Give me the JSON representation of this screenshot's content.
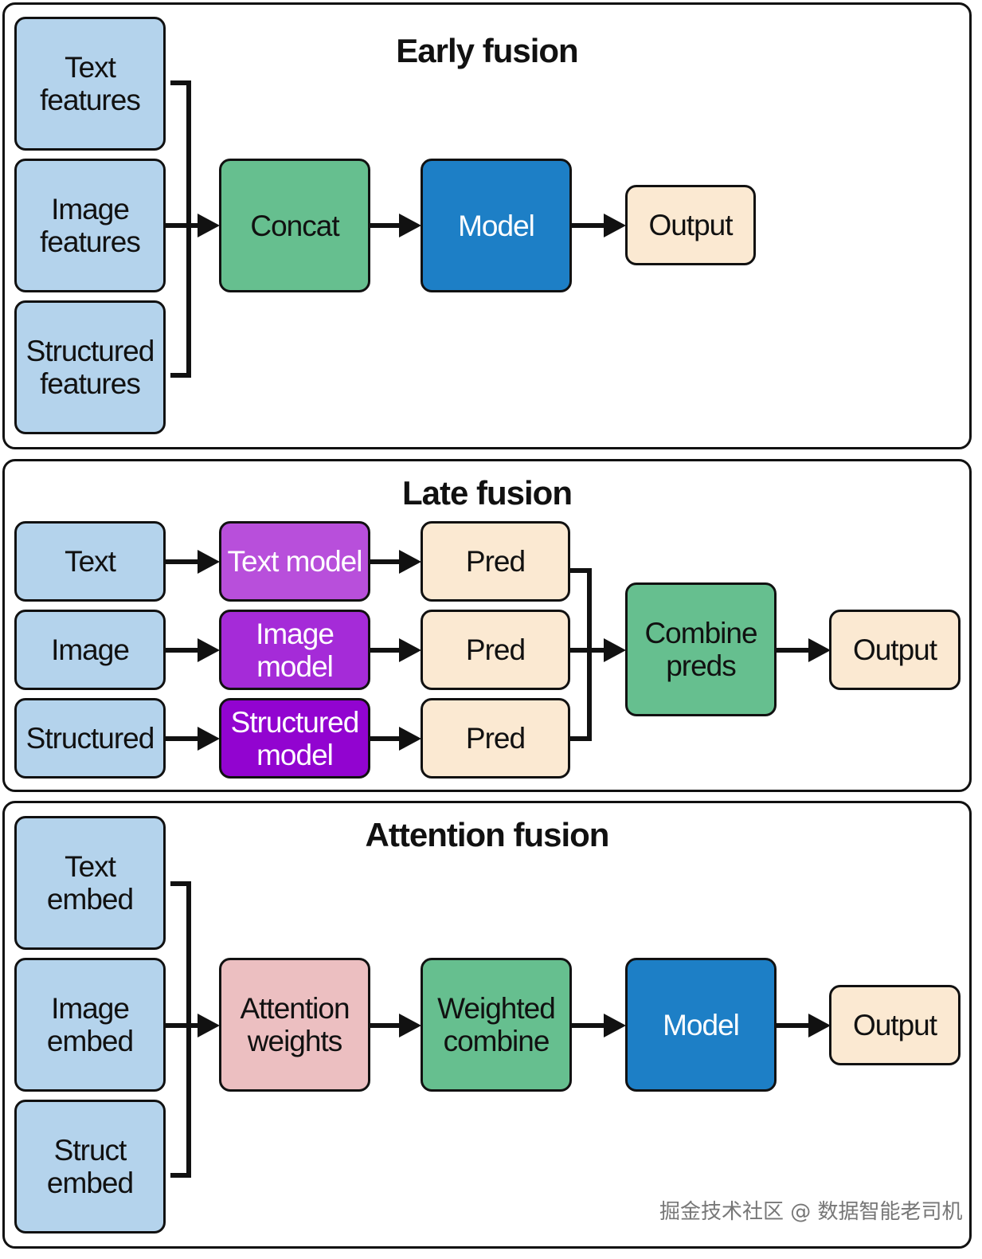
{
  "early": {
    "title": "Early fusion",
    "text_features": "Text\nfeatures",
    "image_features": "Image\nfeatures",
    "structured_features": "Structured\nfeatures",
    "concat": "Concat",
    "model": "Model",
    "output": "Output"
  },
  "late": {
    "title": "Late fusion",
    "text": "Text",
    "image": "Image",
    "structured": "Structured",
    "text_model": "Text model",
    "image_model": "Image\nmodel",
    "structured_model": "Structured\nmodel",
    "pred1": "Pred",
    "pred2": "Pred",
    "pred3": "Pred",
    "combine": "Combine\npreds",
    "output": "Output"
  },
  "attention": {
    "title": "Attention fusion",
    "text_embed": "Text\nembed",
    "image_embed": "Image\nembed",
    "struct_embed": "Struct\nembed",
    "attention_weights": "Attention\nweights",
    "weighted_combine": "Weighted\ncombine",
    "model": "Model",
    "output": "Output"
  },
  "watermark": "掘金技术社区 @ 数据智能老司机",
  "colors": {
    "input": "#b4d3ec",
    "green": "#66bf8f",
    "model": "#1d7fc6",
    "output": "#fbe9d2",
    "text_model": "#b84fdb",
    "image_model": "#a52bd8",
    "structured_model": "#9204d0",
    "attention": "#ecbfc1"
  }
}
